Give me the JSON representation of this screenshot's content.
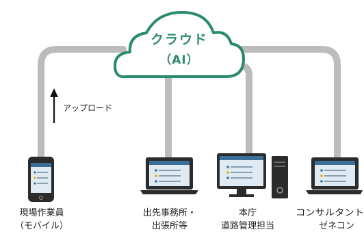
{
  "cloud": {
    "title": "クラウド",
    "subtitle": "（AI）"
  },
  "upload": {
    "label": "アップロード"
  },
  "devices": [
    {
      "type": "smartphone",
      "label_line1": "現場作業員",
      "label_line2": "（モバイル）"
    },
    {
      "type": "laptop",
      "label_line1": "出先事務所・",
      "label_line2": "出張所等"
    },
    {
      "type": "desktop",
      "label_line1": "本庁",
      "label_line2": "道路管理担当"
    },
    {
      "type": "laptop",
      "label_line1": "コンサルタント",
      "label_line2": "ゼネコン"
    }
  ],
  "colors": {
    "cloud_stroke": "#2a8a6e",
    "cloud_fill": "#ffffff",
    "cloud_text": "#2a8a6e",
    "connector": "#bcbcbc",
    "device_body": "#2b2b2b",
    "screen_fill": "#dfeaf2",
    "screen_header": "#3a6f9a",
    "label_text": "#222222"
  }
}
